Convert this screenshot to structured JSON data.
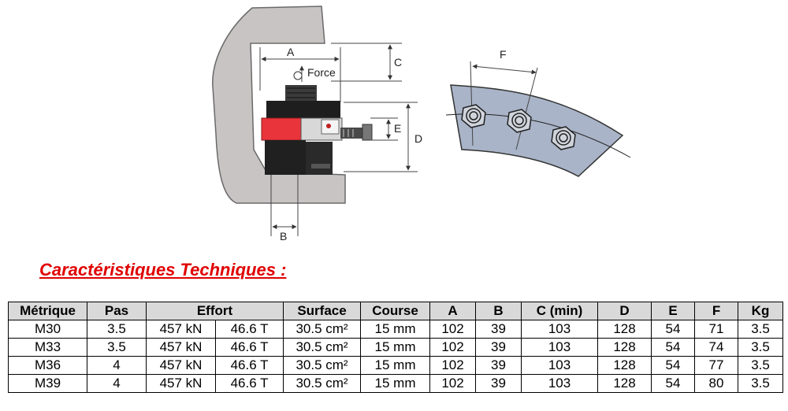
{
  "diagram": {
    "labels": {
      "a": "A",
      "b": "B",
      "c": "C",
      "d": "D",
      "e": "E",
      "f": "F",
      "force": "Force"
    }
  },
  "section_title": "Caractéristiques Techniques :",
  "table": {
    "headers": [
      "Métrique",
      "Pas",
      "Effort",
      "Surface",
      "Course",
      "A",
      "B",
      "C (min)",
      "D",
      "E",
      "F",
      "Kg"
    ],
    "rows": [
      [
        "M30",
        "3.5",
        "457 kN",
        "46.6 T",
        "30.5 cm²",
        "15 mm",
        "102",
        "39",
        "103",
        "128",
        "54",
        "71",
        "3.5"
      ],
      [
        "M33",
        "3.5",
        "457 kN",
        "46.6 T",
        "30.5 cm²",
        "15 mm",
        "102",
        "39",
        "103",
        "128",
        "54",
        "74",
        "3.5"
      ],
      [
        "M36",
        "4",
        "457 kN",
        "46.6 T",
        "30.5 cm²",
        "15 mm",
        "102",
        "39",
        "103",
        "128",
        "54",
        "77",
        "3.5"
      ],
      [
        "M39",
        "4",
        "457 kN",
        "46.6 T",
        "30.5 cm²",
        "15 mm",
        "102",
        "39",
        "103",
        "128",
        "54",
        "80",
        "3.5"
      ]
    ]
  },
  "colors": {
    "housing": "#c8c4c4",
    "accent": "#e8343a",
    "bolt_plate": "#a9b4c8",
    "title": "#e00000",
    "header_bg": "#d9d9d9"
  }
}
